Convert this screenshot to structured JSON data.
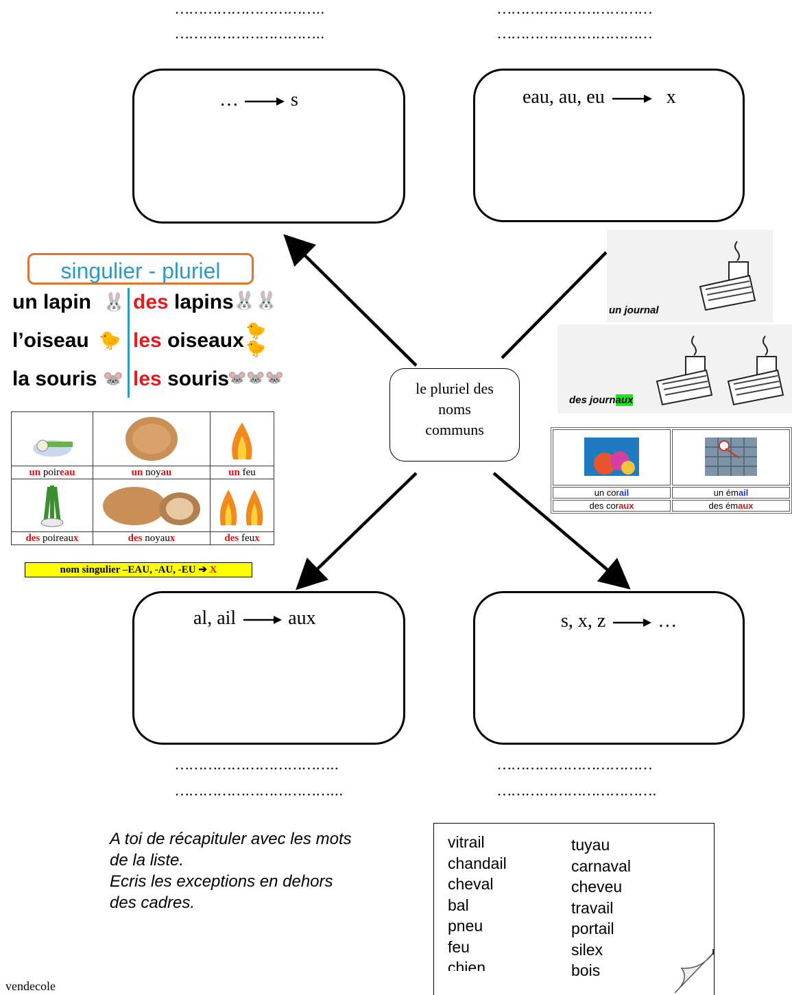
{
  "dots": {
    "top_left_1": "…………………………..",
    "top_left_2": "…………………………..",
    "top_right_1": "……………………………",
    "top_right_2": "……………………………",
    "bottom_left_1": "……………………………..",
    "bottom_left_2": "……………………………...",
    "bottom_right_1": "……………………………",
    "bottom_right_2": "……………………………."
  },
  "boxes": {
    "top_left": {
      "left": "…",
      "right": "s"
    },
    "top_right": {
      "left": "eau, au, eu",
      "right": "x"
    },
    "bottom_left": {
      "left": "al, ail",
      "right": "aux"
    },
    "bottom_right": {
      "left": "s, x, z",
      "right": "…"
    }
  },
  "center": {
    "line1": "le pluriel des",
    "line2": "noms",
    "line3": "communs"
  },
  "singulier_pluriel": {
    "title": "singulier - pluriel",
    "rows": [
      {
        "sing": "un lapin",
        "plur_art": "des",
        "plur_word": "lapins"
      },
      {
        "sing": "l’oiseau",
        "plur_art": "les",
        "plur_word": "oiseaux"
      },
      {
        "sing": "la souris",
        "plur_art": "les",
        "plur_word": "souris"
      }
    ]
  },
  "noyau_table": {
    "row1": [
      {
        "art": "un",
        "stem": "poir",
        "end": "eau"
      },
      {
        "art": "un",
        "stem": "noy",
        "end": "au"
      },
      {
        "art": "un",
        "stem": "feu",
        "end": ""
      }
    ],
    "row2": [
      {
        "art": "des",
        "stem": "poireau",
        "end": "x"
      },
      {
        "art": "des",
        "stem": "noyau",
        "end": "x"
      },
      {
        "art": "des",
        "stem": "feu",
        "end": "x"
      }
    ],
    "rule": "nom singulier –EAU, -AU, -EU ➔",
    "rule_x": "X"
  },
  "journal": {
    "sing": "un journal",
    "plur_stem": "des journ",
    "plur_end": "aux"
  },
  "corail_table": {
    "c1_sing_stem": "un cor",
    "c1_sing_end": "ail",
    "c2_sing_stem": "un ém",
    "c2_sing_end": "ail",
    "c1_plur_stem": "des cor",
    "c1_plur_end": "aux",
    "c2_plur_stem": "des ém",
    "c2_plur_end": "aux"
  },
  "instructions": {
    "line1": "A toi de récapituler avec les mots",
    "line2": "de la liste.",
    "line3": "Ecris les exceptions en dehors",
    "line4": "des cadres."
  },
  "word_list": {
    "col1": [
      "vitrail",
      "chandail",
      "cheval",
      "bal",
      "pneu",
      "feu",
      "chien"
    ],
    "col2": [
      "tuyau",
      "carnaval",
      "cheveu",
      "travail",
      "portail",
      "silex",
      "bois"
    ]
  },
  "footer": "vendecole"
}
